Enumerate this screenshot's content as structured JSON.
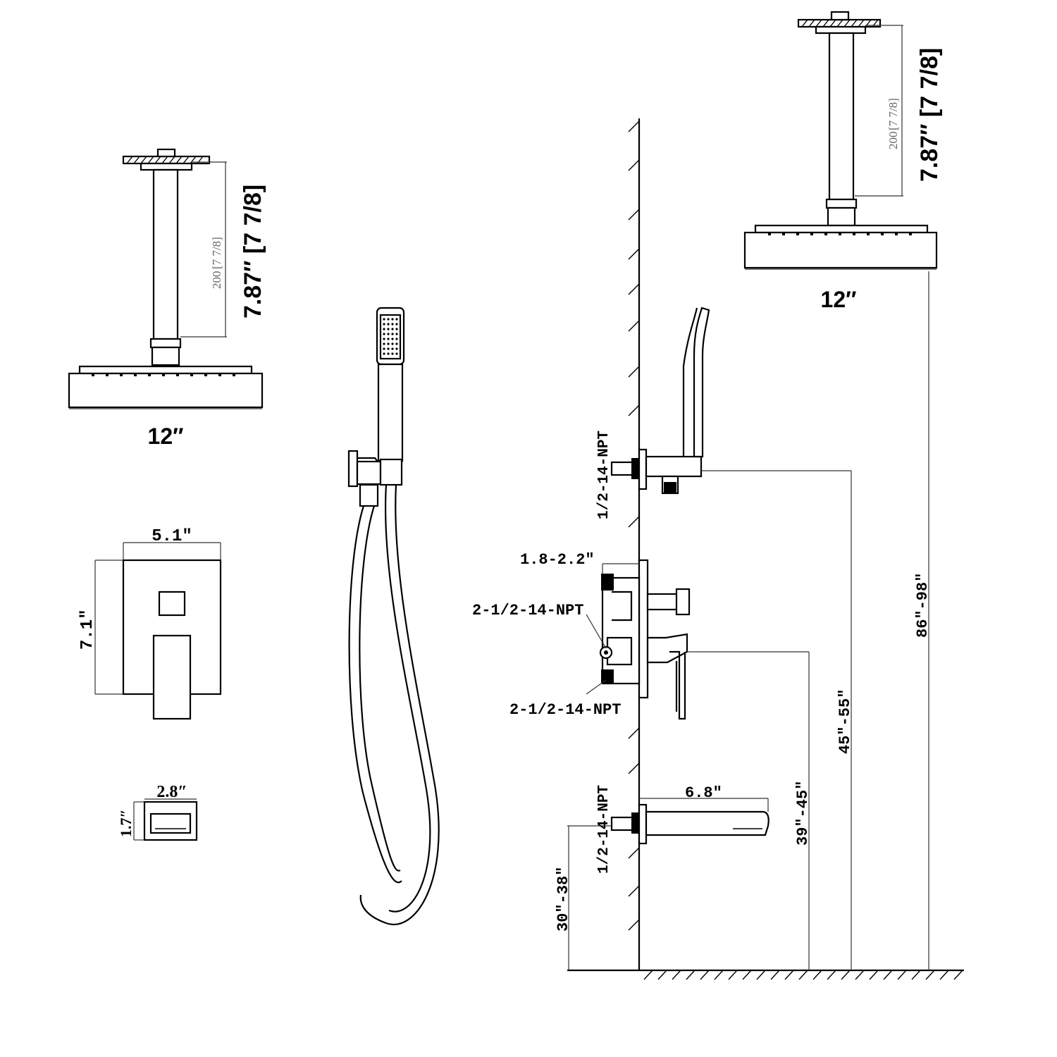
{
  "left_shower_head": {
    "arm_mm": "200",
    "arm_in_small": "[7 7/8]",
    "arm_label": "7.87″ [7 7/8]",
    "width_label": "12″"
  },
  "right_shower_head": {
    "arm_mm": "200",
    "arm_in_small": "[7 7/8]",
    "arm_label": "7.87″ [7 7/8]",
    "width_label": "12″"
  },
  "valve_plate": {
    "width_label": "5.1″",
    "height_label": "7.1″"
  },
  "spout_face": {
    "width_label": "2.8″",
    "height_label": "1.7″"
  },
  "side_view": {
    "handshower_inlet": "1/2-14-NPT",
    "depth_label": "1.8-2.2″",
    "valve_inlet_top": "2-1/2-14-NPT",
    "valve_inlet_bottom": "2-1/2-14-NPT",
    "spout_length": "6.8″",
    "spout_inlet": "1/2-14-NPT",
    "height_spout": "30″-38″",
    "height_valve": "39″-45″",
    "height_handshower": "45″-55″",
    "height_head": "86″-98″"
  },
  "icons": {
    "wall": "wall-hatch-icon",
    "floor": "floor-hatch-icon"
  }
}
